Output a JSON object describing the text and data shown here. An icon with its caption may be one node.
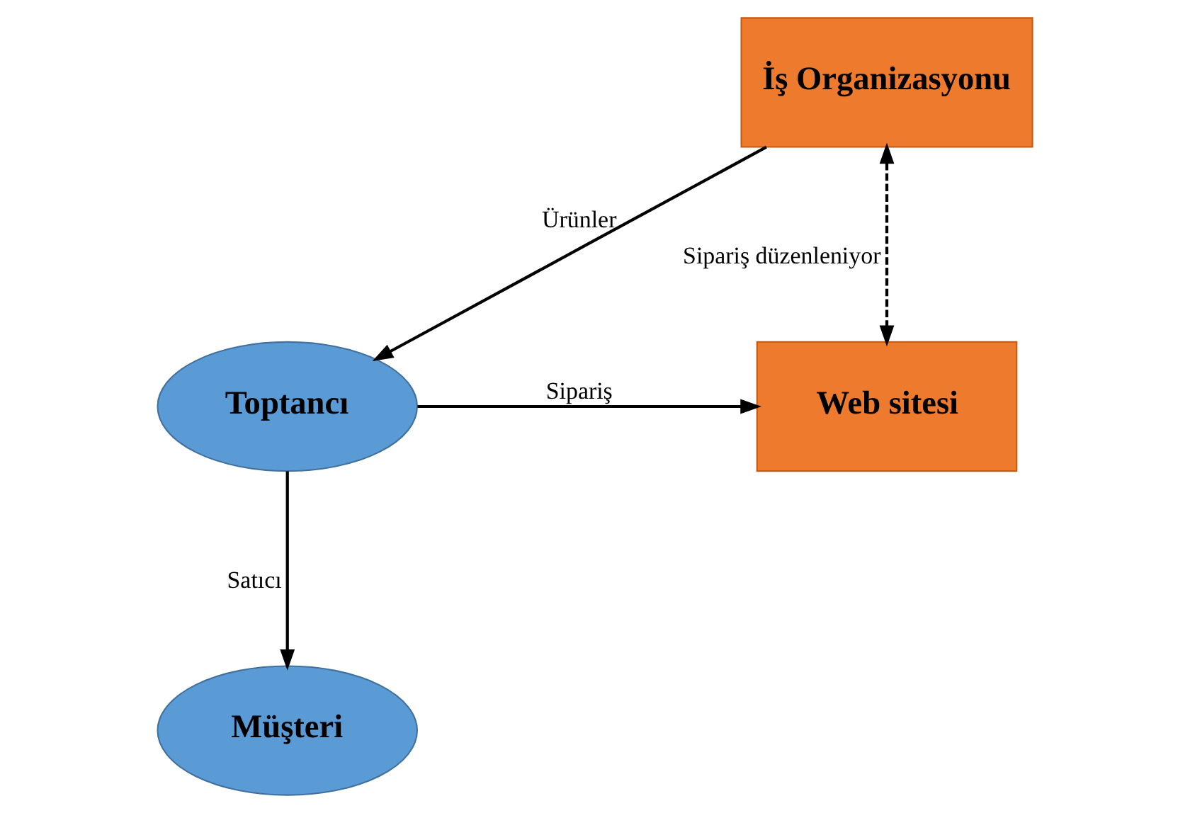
{
  "diagram": {
    "nodes": [
      {
        "text": [
          "İş Organizasyonu"
        ]
      },
      {
        "text": [
          "Toptancı"
        ]
      },
      {
        "text": [
          "Web sitesi"
        ]
      },
      {
        "text": [
          "Müşteri"
        ]
      }
    ],
    "edges": [
      {
        "from": 0,
        "to": 1,
        "arrow": "to",
        "label": "Ürünler"
      },
      {
        "from": 1,
        "to": 2,
        "arrow": "to",
        "label": "Sipariş"
      },
      {
        "from": 0,
        "to": 2,
        "arrow": "both",
        "label": "Sipariş düzenleniyor",
        "style": "dashed"
      },
      {
        "from": 1,
        "to": 3,
        "arrow": "to",
        "label": "Satıcı"
      }
    ]
  }
}
